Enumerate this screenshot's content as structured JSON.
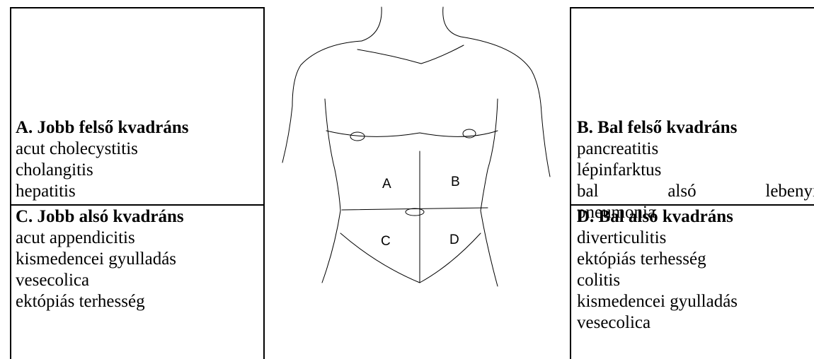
{
  "left_upper": {
    "heading": "A. Jobb felső kvadráns",
    "items": [
      "acut cholecystitis",
      "cholangitis",
      "hepatitis"
    ]
  },
  "left_lower": {
    "heading": "C. Jobb alsó kvadráns",
    "items": [
      "acut appendicitis",
      "kismedencei gyulladás",
      "vesecolica",
      "ektópiás terhesség"
    ]
  },
  "right_upper": {
    "heading": "B. Bal felső kvadráns",
    "items": [
      "pancreatitis",
      "lépinfarktus"
    ],
    "justified_line": [
      "bal",
      "alsó",
      "lebenyi"
    ],
    "continuation": "pneumonia"
  },
  "right_lower": {
    "heading": "D. Bal alsó kvadráns",
    "items": [
      "diverticulitis",
      "ektópiás terhesség",
      "colitis",
      "kismedencei gyulladás",
      "vesecolica"
    ]
  },
  "figure": {
    "quadrant_labels": [
      "A",
      "B",
      "C",
      "D"
    ]
  }
}
